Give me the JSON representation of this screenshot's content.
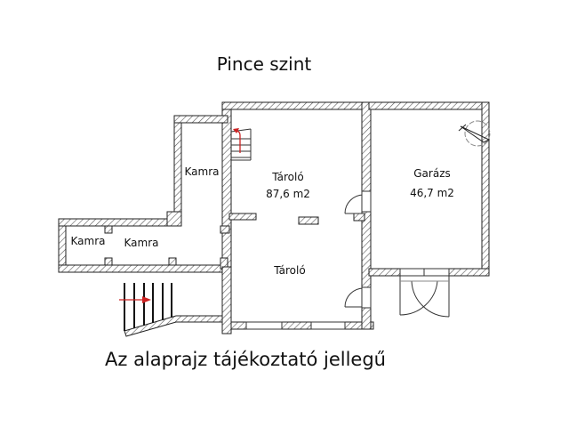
{
  "title": "Pince szint",
  "disclaimer": "Az alaprajz tájékoztató jellegű",
  "rooms": [
    {
      "id": "kamra-tall",
      "label": "Kamra",
      "area": ""
    },
    {
      "id": "tarolo-upper",
      "label": "Tároló",
      "area": "87,6 m2"
    },
    {
      "id": "garazs",
      "label": "Garázs",
      "area": "46,7 m2"
    },
    {
      "id": "kamra-left",
      "label": "Kamra",
      "area": ""
    },
    {
      "id": "kamra-middle",
      "label": "Kamra",
      "area": ""
    },
    {
      "id": "tarolo-lower",
      "label": "Tároló",
      "area": ""
    }
  ],
  "colors": {
    "wall_stroke": "#222222",
    "hatch": "#555555",
    "arrow": "#cc2222",
    "compass": "#888888"
  },
  "symbols": [
    "stair-arrow-icon",
    "compass-north-arrow-icon",
    "door-swing-icon",
    "double-garage-door-icon"
  ]
}
